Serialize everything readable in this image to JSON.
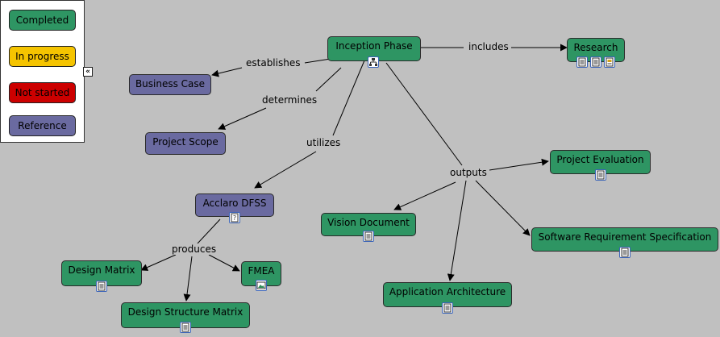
{
  "legend": {
    "items": [
      {
        "label": "Completed",
        "color": "#2e9563"
      },
      {
        "label": "In progress",
        "color": "#f5c400"
      },
      {
        "label": "Not started",
        "color": "#cc0000"
      },
      {
        "label": "Reference",
        "color": "#6a6aa0"
      }
    ],
    "collapse_glyph": "«"
  },
  "nodes": {
    "inception_phase": "Inception Phase",
    "research": "Research",
    "business_case": "Business Case",
    "project_scope": "Project Scope",
    "acclaro_dfss": "Acclaro DFSS",
    "project_evaluation": "Project Evaluation",
    "vision_document": "Vision Document",
    "software_requirement_specification": "Software Requirement Specification",
    "application_architecture": "Application Architecture",
    "design_matrix": "Design Matrix",
    "fmea": "FMEA",
    "design_structure_matrix": "Design Structure Matrix"
  },
  "edge_labels": {
    "establishes": "establishes",
    "includes": "includes",
    "determines": "determines",
    "utilizes": "utilizes",
    "outputs": "outputs",
    "produces": "produces"
  },
  "icons": {
    "inception": "hierarchy-icon",
    "research": [
      "document-icon",
      "document-icon",
      "image-document-icon"
    ],
    "acclaro": "help-document-icon",
    "document": "document-icon",
    "image": "image-icon"
  }
}
